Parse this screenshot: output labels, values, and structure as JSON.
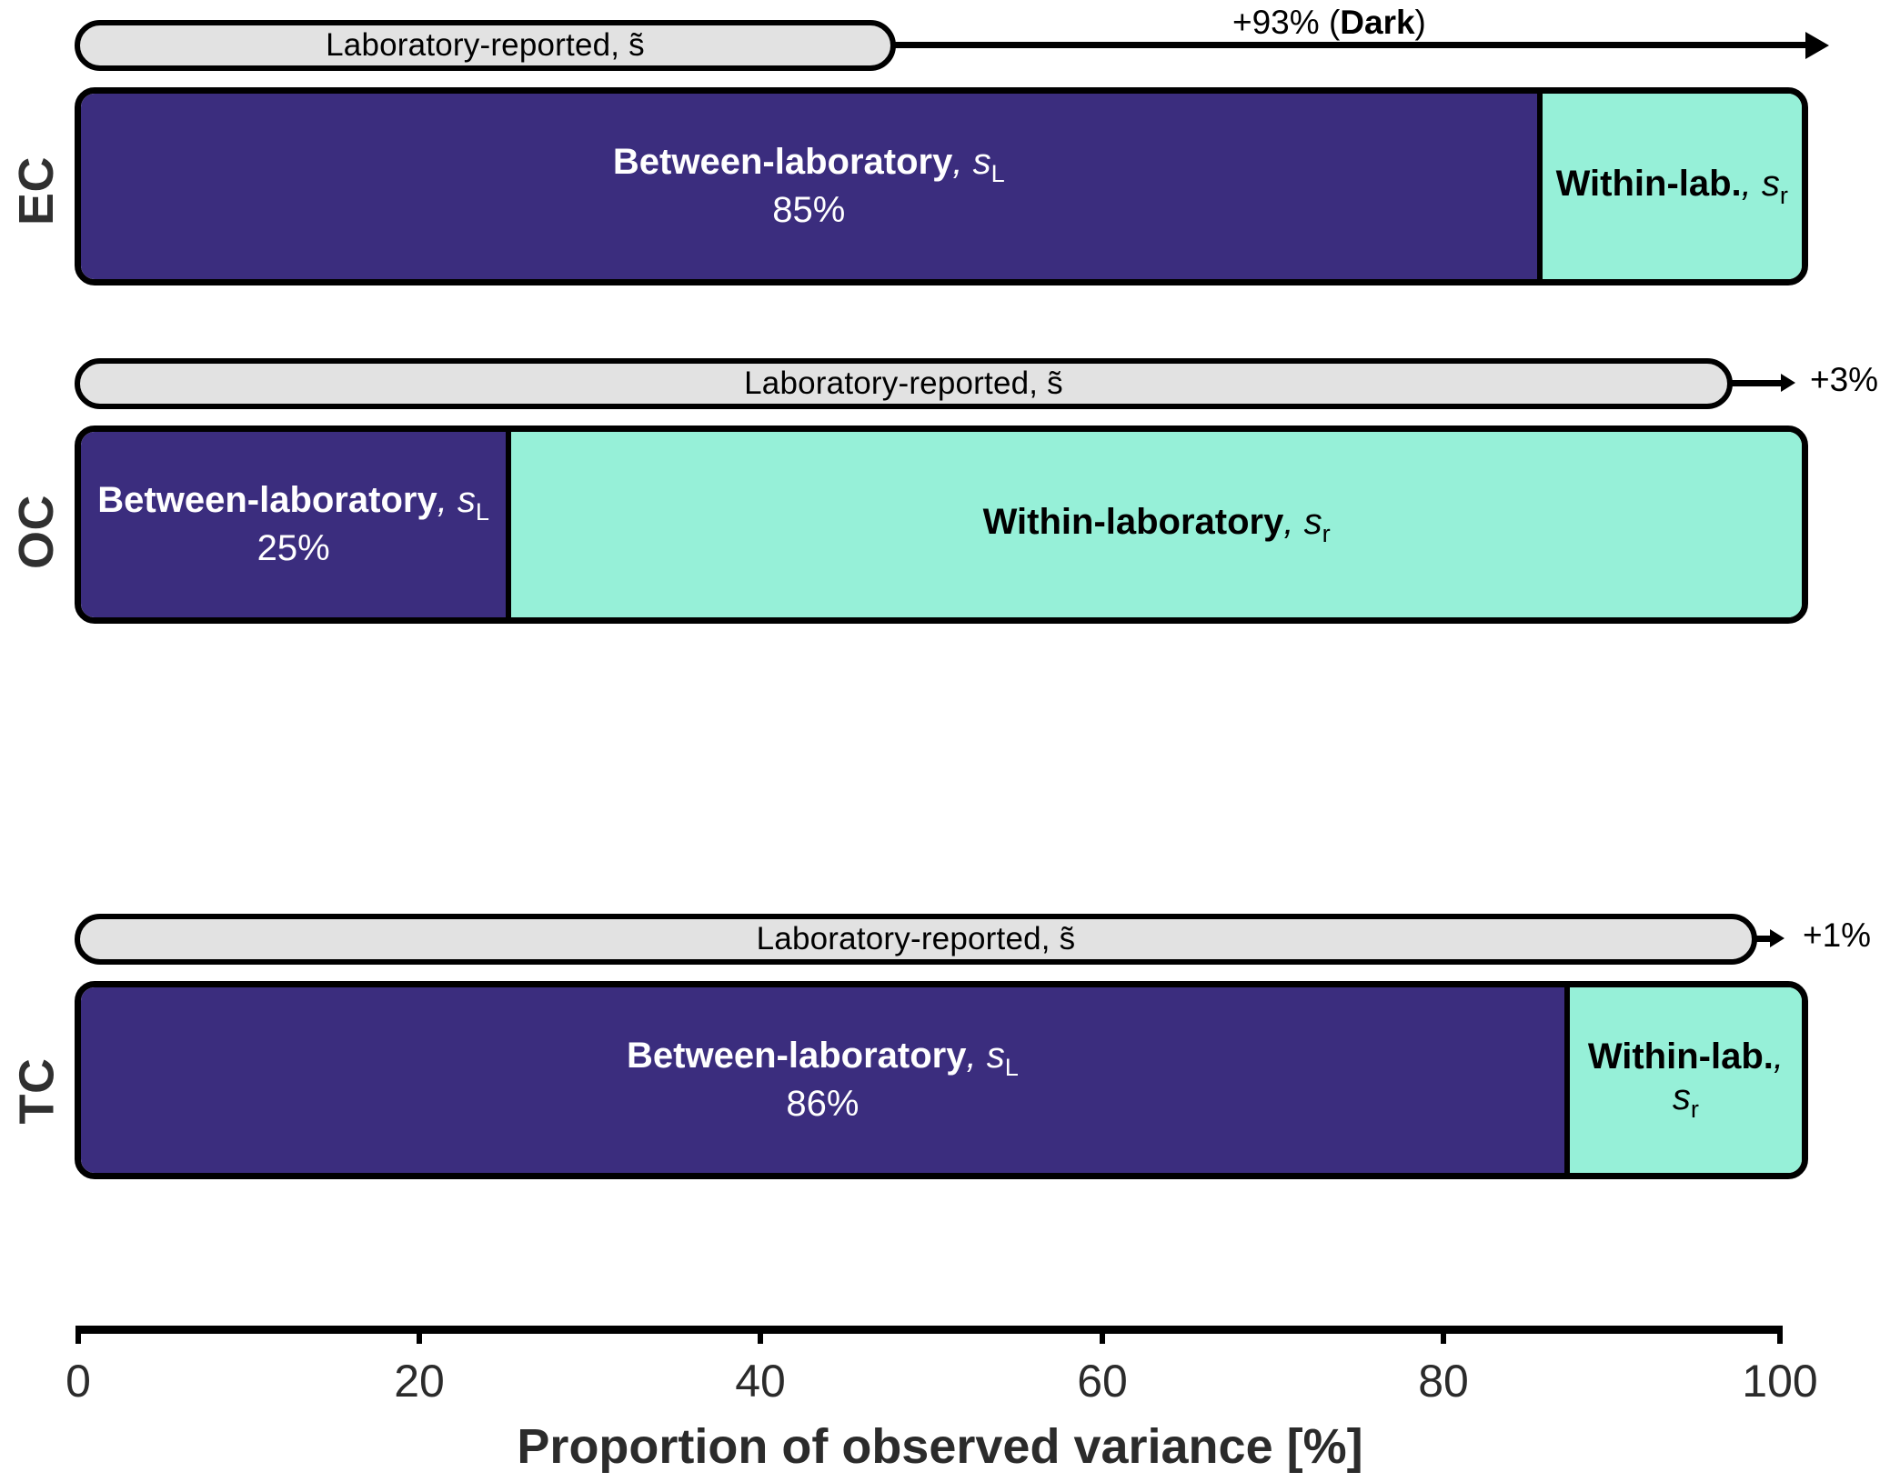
{
  "chart_data": {
    "type": "bar",
    "orientation": "horizontal",
    "stacked": true,
    "title": "",
    "xlabel": "Proportion of observed variance [%]",
    "ylabel": "",
    "xlim": [
      0,
      100
    ],
    "xticks": [
      0,
      20,
      40,
      60,
      80,
      100
    ],
    "xtick_labels": [
      "0",
      "20",
      "40",
      "60",
      "80",
      "100"
    ],
    "grid": false,
    "legend": "inline-labels",
    "categories": [
      "EC",
      "OC",
      "TC"
    ],
    "series": [
      {
        "name": "Between-laboratory, s_L",
        "color": "#3b2d7e",
        "values": [
          85,
          25,
          86
        ]
      },
      {
        "name": "Within-laboratory, s_r",
        "color": "#96f0d8",
        "values": [
          15,
          75,
          14
        ]
      }
    ],
    "overlay_series": {
      "name": "Laboratory-reported, s̃",
      "color": "#e2e2e2",
      "values": [
        48,
        97,
        98.5
      ],
      "annotations": [
        "+93% (Dark)",
        "+3%",
        "+1%"
      ]
    }
  },
  "colors": {
    "between_lab": "#3b2d7e",
    "within_lab": "#96f0d8",
    "reported": "#e2e2e2",
    "outline": "#000000",
    "text_dark": "#2b2b2b",
    "background": "#ffffff"
  },
  "axis": {
    "title": "Proportion of observed variance [%]",
    "ticks": [
      "0",
      "20",
      "40",
      "60",
      "80",
      "100"
    ]
  },
  "rows": [
    {
      "id": "ec",
      "label": "EC",
      "reported": {
        "label": "Laboratory-reported, s̃",
        "value": 48,
        "delta_prefix": "+93% (",
        "delta_bold": "Dark",
        "delta_suffix": ")",
        "delta_full": "+93% (Dark)"
      },
      "segments": [
        {
          "key": "between",
          "name": "Between-laboratory",
          "symbol": "s",
          "sub": "L",
          "percent": "85%",
          "value": 85
        },
        {
          "key": "within",
          "name": "Within-lab.",
          "symbol": "s",
          "sub": "r",
          "percent": "",
          "value": 15
        }
      ]
    },
    {
      "id": "oc",
      "label": "OC",
      "reported": {
        "label": "Laboratory-reported, s̃",
        "value": 97,
        "delta_prefix": "+3%",
        "delta_bold": "",
        "delta_suffix": "",
        "delta_full": "+3%"
      },
      "segments": [
        {
          "key": "between",
          "name": "Between-laboratory",
          "symbol": "s",
          "sub": "L",
          "percent": "25%",
          "value": 25
        },
        {
          "key": "within",
          "name": "Within-laboratory",
          "symbol": "s",
          "sub": "r",
          "percent": "",
          "value": 75
        }
      ]
    },
    {
      "id": "tc",
      "label": "TC",
      "reported": {
        "label": "Laboratory-reported, s̃",
        "value": 98.5,
        "delta_prefix": "+1%",
        "delta_bold": "",
        "delta_suffix": "",
        "delta_full": "+1%"
      },
      "segments": [
        {
          "key": "between",
          "name": "Between-laboratory",
          "symbol": "s",
          "sub": "L",
          "percent": "86%",
          "value": 86
        },
        {
          "key": "within",
          "name": "Within-lab.",
          "symbol": "s",
          "sub": "r",
          "percent": "",
          "value": 14
        }
      ]
    }
  ]
}
